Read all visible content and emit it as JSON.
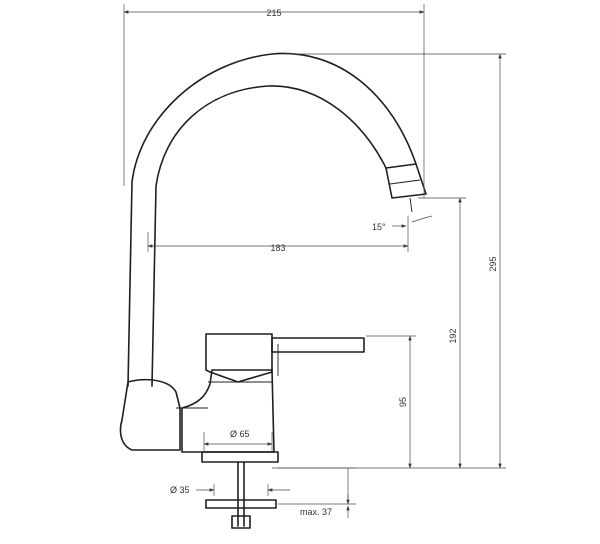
{
  "dimensions": {
    "total_width": "215",
    "total_height": "295",
    "spout_reach": "183",
    "spout_outlet_height": "192",
    "lever_height": "95",
    "spout_angle": "15°",
    "body_diameter": "Ø 65",
    "hole_diameter": "Ø 35",
    "max_thickness": "max. 37"
  }
}
